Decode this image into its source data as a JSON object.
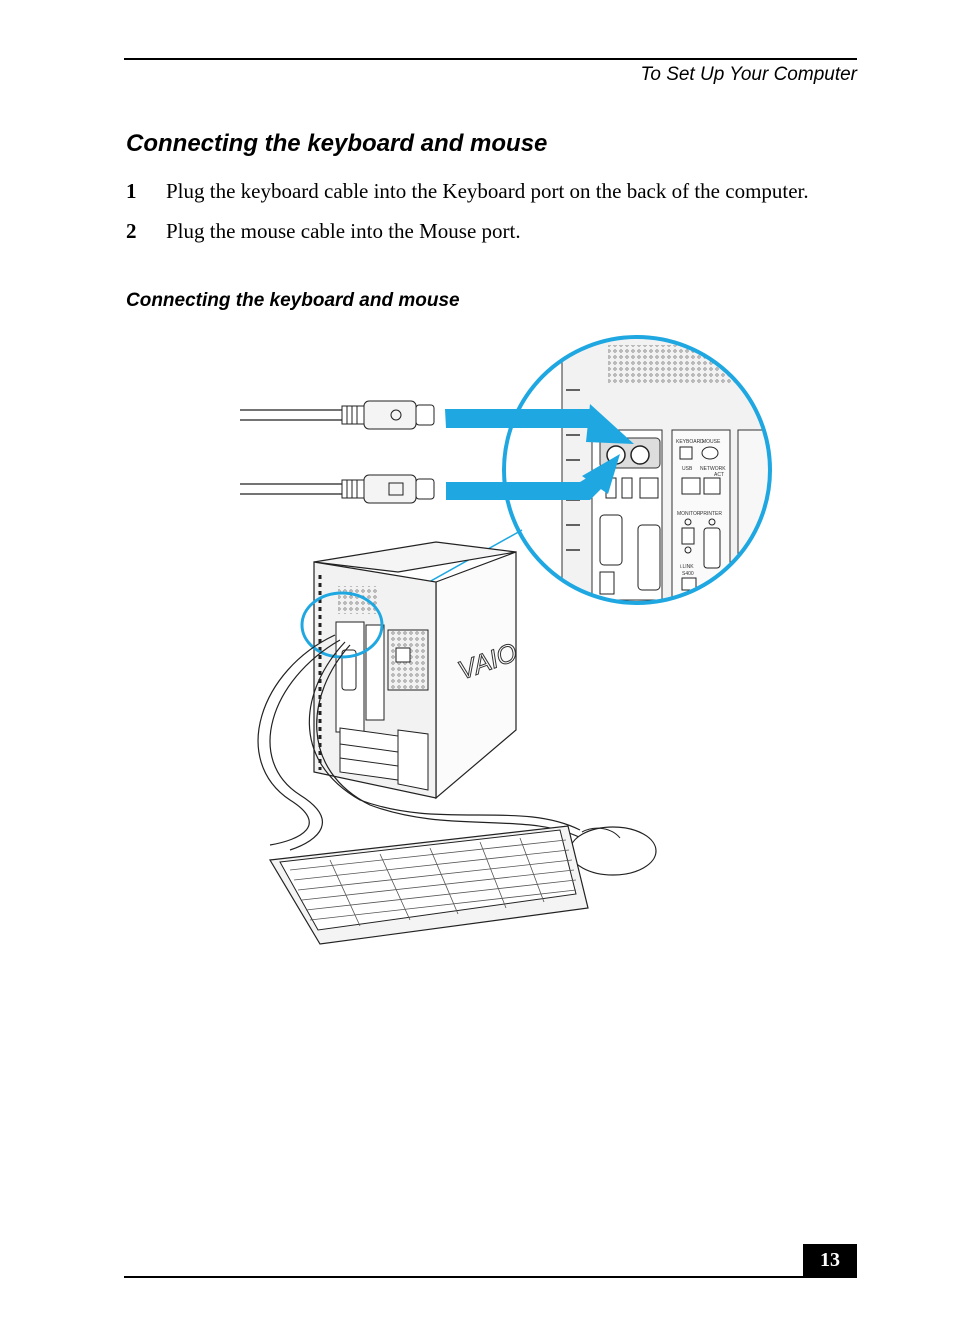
{
  "header": {
    "running_title": "To Set Up Your Computer"
  },
  "section": {
    "title": "Connecting the keyboard and mouse",
    "steps": [
      {
        "number": "1",
        "text": "Plug the keyboard cable into the Keyboard port on the back of the computer."
      },
      {
        "number": "2",
        "text": "Plug the mouse cable into the Mouse port."
      }
    ]
  },
  "figure": {
    "caption": "Connecting the keyboard and mouse",
    "port_labels": {
      "keyboard": "KEYBOARD",
      "mouse": "MOUSE",
      "usb": "USB",
      "network": "NETWORK",
      "act": "ACT",
      "monitor": "MONITOR",
      "printer": "PRINTER",
      "ilink": "i.LINK",
      "ilink_speed": "S400"
    },
    "logo": "VAIO",
    "highlight_color": "#1ea7e1"
  },
  "footer": {
    "page_number": "13"
  }
}
